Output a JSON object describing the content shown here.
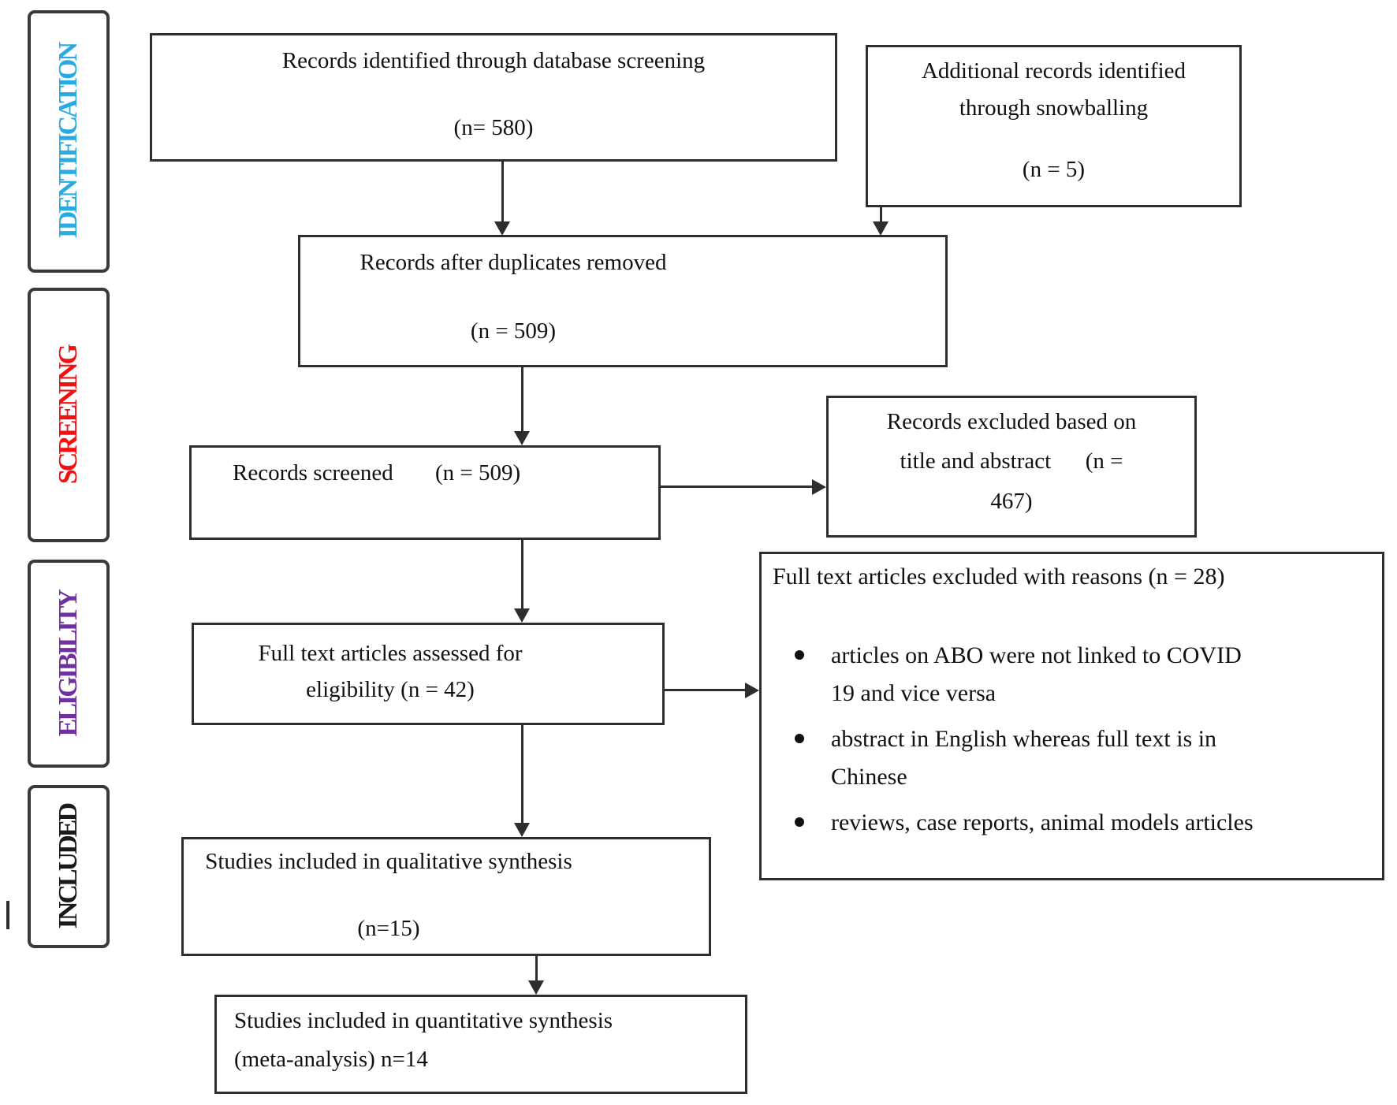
{
  "diagram_title": "PRISMA study selection flow diagram",
  "colors": {
    "identification": "#29ABE2",
    "screening": "#F21010",
    "eligibility": "#7030A0",
    "included": "#1A1A1A",
    "border": "#2E2E2E"
  },
  "sidebar": {
    "identification": {
      "label": "IDENTIFICATION"
    },
    "screening": {
      "label": "SCREENING"
    },
    "eligibility": {
      "label": "ELIGIBILITY"
    },
    "included": {
      "label": "INCLUDED"
    }
  },
  "boxes": {
    "records_identified": {
      "lines": [
        "Records identified through database screening",
        "(n= 580)"
      ]
    },
    "snowballing": {
      "lines": [
        "Additional records identified",
        "through snowballing",
        "(n = 5)"
      ]
    },
    "duplicates_removed": {
      "lines": [
        "Records after duplicates removed",
        "(n = 509)"
      ]
    },
    "records_screened": {
      "label": "Records screened",
      "count": "(n = 509)"
    },
    "records_excluded": {
      "lines": [
        "Records excluded based on",
        "title and abstract      (n =",
        "467)"
      ]
    },
    "fulltext_assessed": {
      "lines": [
        "Full text articles assessed for",
        "eligibility (n = 42)"
      ]
    },
    "fulltext_excluded": {
      "title": "Full text articles excluded with reasons (n = 28)",
      "bullets": [
        [
          "articles on ABO were not linked to COVID",
          "19 and vice versa"
        ],
        [
          "abstract in English whereas full text is in",
          "Chinese"
        ],
        [
          "reviews, case reports, animal models articles"
        ]
      ]
    },
    "qualitative_synthesis": {
      "lines": [
        "Studies included in qualitative synthesis",
        "(n=15)"
      ]
    },
    "quantitative_synthesis": {
      "lines": [
        "Studies included in quantitative synthesis",
        "(meta-analysis) n=14"
      ]
    }
  }
}
